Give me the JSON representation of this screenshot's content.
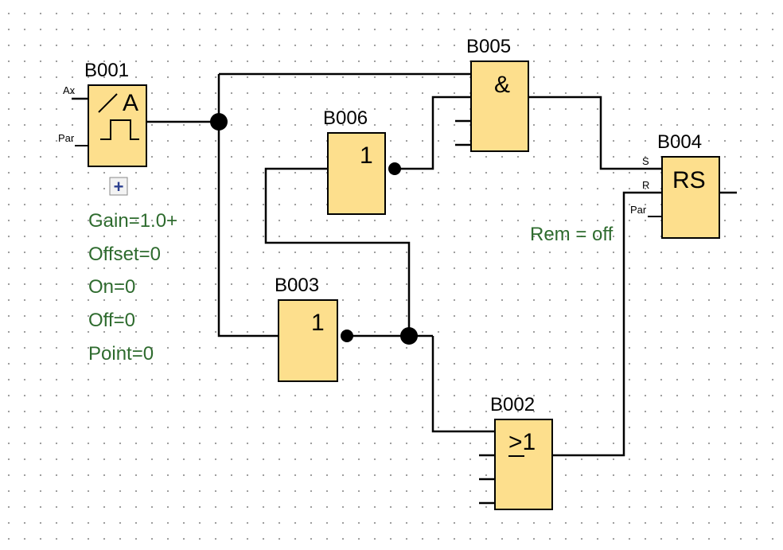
{
  "colors": {
    "block_fill": "#fddf8d",
    "param_text": "#2e6b2e",
    "wire": "#000000",
    "expand_button": "#2b3f8f"
  },
  "blocks": {
    "b001": {
      "label": "B001",
      "pin_ax": "Ax",
      "pin_par": "Par",
      "icon": "analog-threshold-trigger-icon",
      "symbol": "A"
    },
    "b005": {
      "label": "B005",
      "symbol": "&"
    },
    "b006": {
      "label": "B006",
      "symbol": "1"
    },
    "b003": {
      "label": "B003",
      "symbol": "1"
    },
    "b002": {
      "label": "B002",
      "symbol": ">1"
    },
    "b004": {
      "label": "B004",
      "symbol": "RS",
      "pin_s": "S",
      "pin_r": "R",
      "pin_par": "Par"
    }
  },
  "params_b001": {
    "gain": "Gain=1.0+",
    "offset": "Offset=0",
    "on": "On=0",
    "off": "Off=0",
    "point": "Point=0"
  },
  "params_b004": {
    "rem": "Rem = off"
  },
  "expand_button": {
    "icon": "plus-icon",
    "symbol": "+"
  }
}
